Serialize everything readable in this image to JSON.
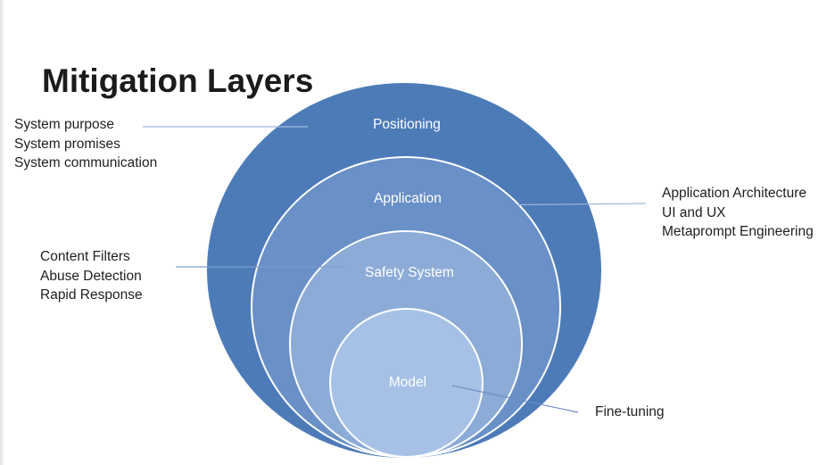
{
  "slide": {
    "title": "Mitigation Layers",
    "background_color": "#ffffff"
  },
  "diagram": {
    "type": "nested-circles",
    "ring_color": "#ffffff",
    "layers": [
      {
        "label": "Positioning",
        "color": "#4d7bb8"
      },
      {
        "label": "Application",
        "color": "#6990c7"
      },
      {
        "label": "Safety System",
        "color": "#8cabd7"
      },
      {
        "label": "Model",
        "color": "#a7c1e6"
      }
    ],
    "annotations": [
      {
        "target": "Positioning",
        "side": "left",
        "lines": [
          "System purpose",
          "System promises",
          "System communication"
        ],
        "line_color": "#9fb8de"
      },
      {
        "target": "Application",
        "side": "right",
        "lines": [
          "Application Architecture",
          "UI and UX",
          "Metaprompt Engineering"
        ],
        "line_color": "#9fb8de"
      },
      {
        "target": "Safety System",
        "side": "left",
        "lines": [
          "Content Filters",
          "Abuse Detection",
          "Rapid Response"
        ],
        "line_color": "#7e9dce"
      },
      {
        "target": "Model",
        "side": "right",
        "lines": [
          "Fine-tuning"
        ],
        "line_color": "#6d8cc4"
      }
    ]
  }
}
